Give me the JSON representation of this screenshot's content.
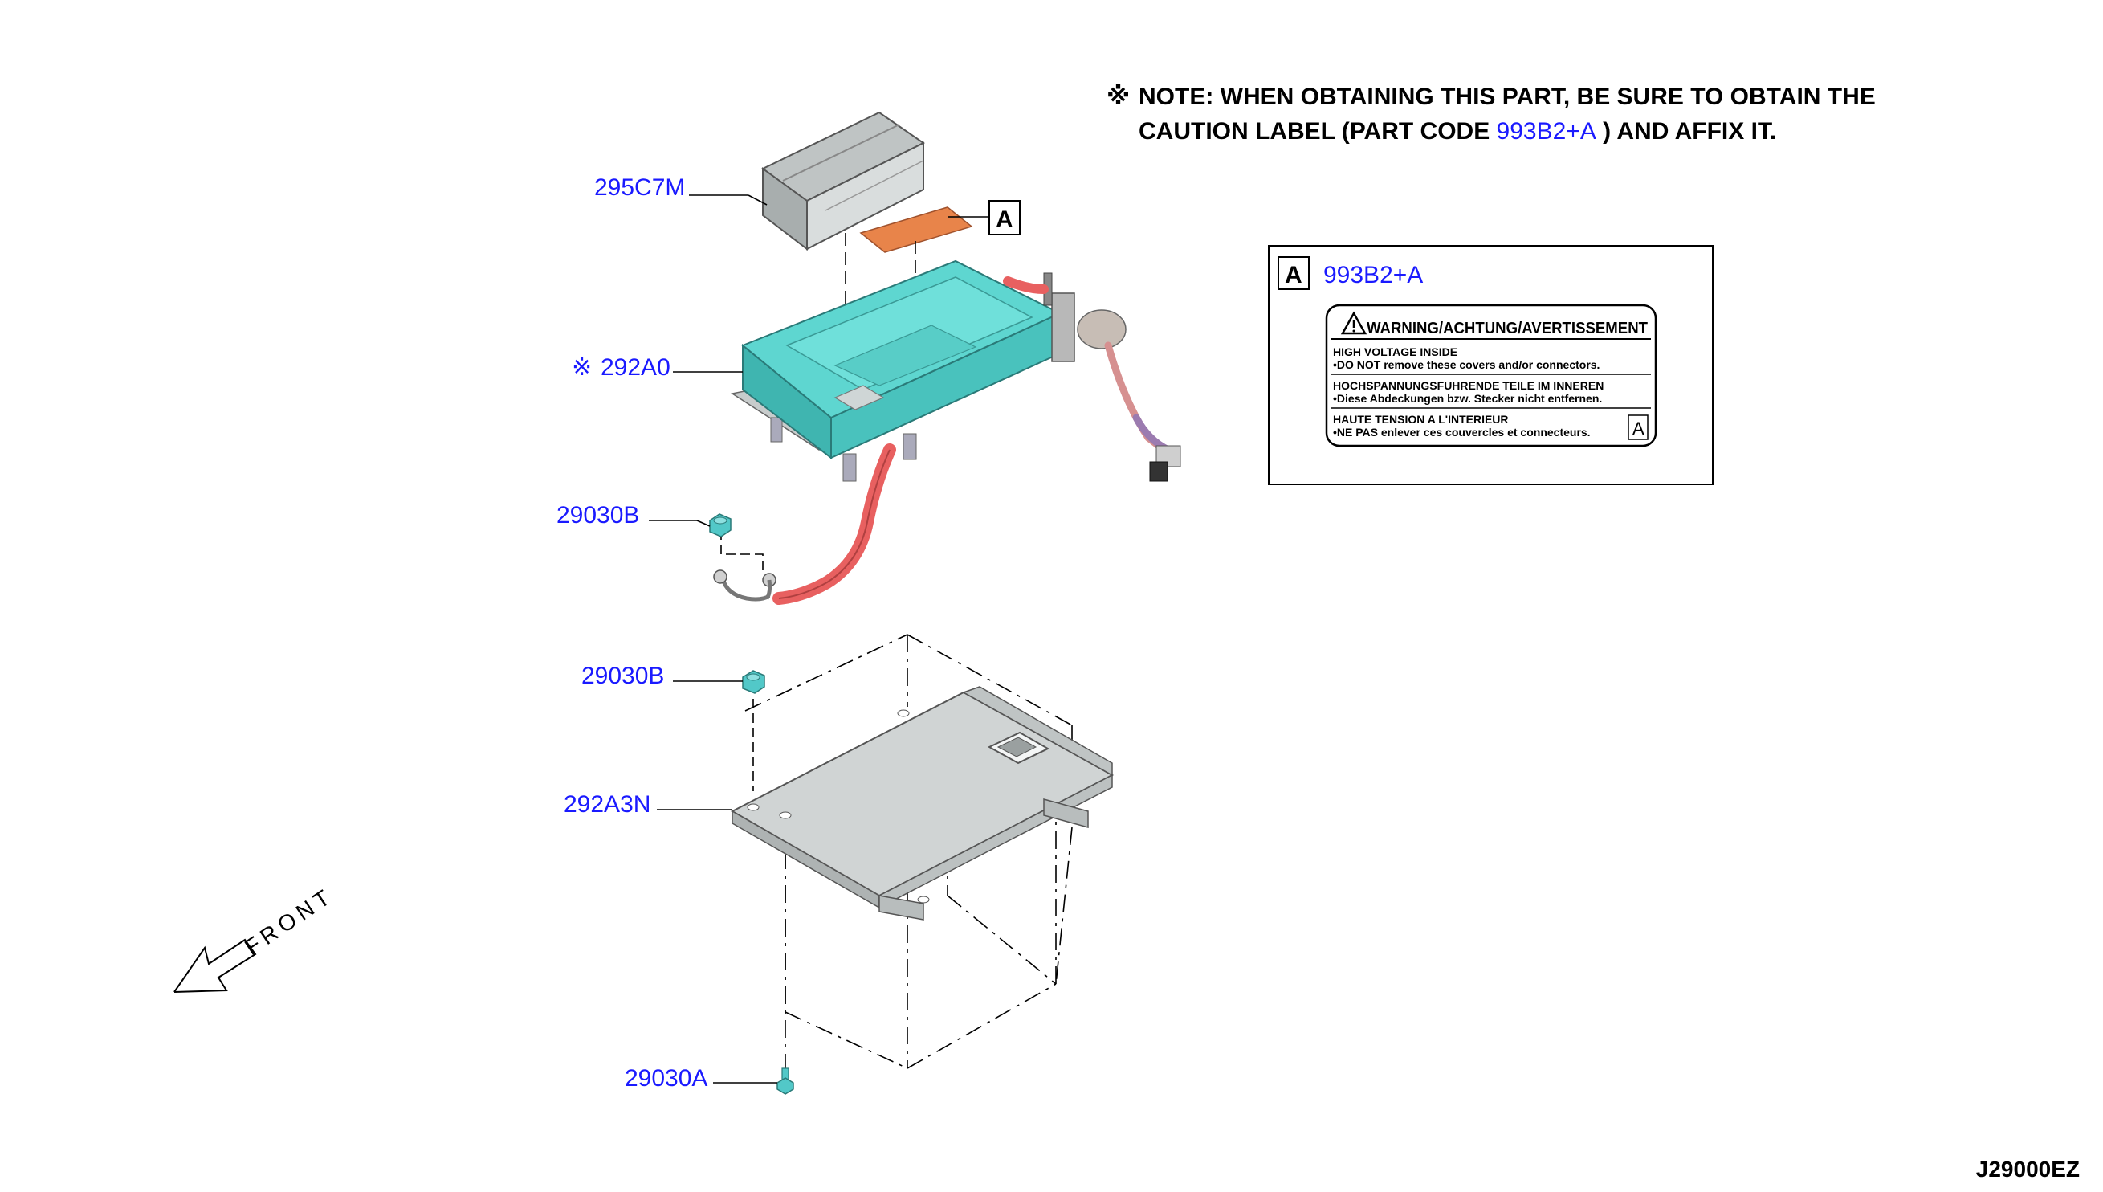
{
  "note": {
    "mark": "※",
    "line1": "NOTE: WHEN OBTAINING THIS PART, BE SURE TO OBTAIN THE",
    "line2_prefix": "CAUTION LABEL (PART CODE ",
    "line2_code": "993B2+A",
    "line2_suffix": " ) AND AFFIX IT."
  },
  "callouts": {
    "cover": "295C7M",
    "module_mark": "※",
    "module": "292A0",
    "nut_upper": "29030B",
    "nut_lower": "29030B",
    "bracket": "292A3N",
    "bolt": "29030A",
    "ref_marker": "A"
  },
  "label_detail": {
    "marker": "A",
    "part_code": "993B2+A",
    "heading": "WARNING/ACHTUNG/AVERTISSEMENT",
    "lines": [
      "HIGH VOLTAGE INSIDE",
      "•DO NOT remove these covers and/or connectors.",
      "HOCHSPANNUNGSFUHRENDE TEILE IM INNEREN",
      "•Diese Abdeckungen bzw. Stecker nicht entfernen.",
      "HAUTE TENSION A L'INTERIEUR",
      "•NE PAS enlever ces couvercles et connecteurs."
    ],
    "corner_marker": "A"
  },
  "front_label": "FRONT",
  "diagram_id": "J29000EZ",
  "colors": {
    "part_link": "#1a1aff",
    "module_body": "#5ed6d0",
    "cover": "#d4d8d8",
    "caution_label": "#e8844a",
    "cable": "#e86060",
    "bracket": "#d0d4d4",
    "fastener": "#52c8c8"
  }
}
